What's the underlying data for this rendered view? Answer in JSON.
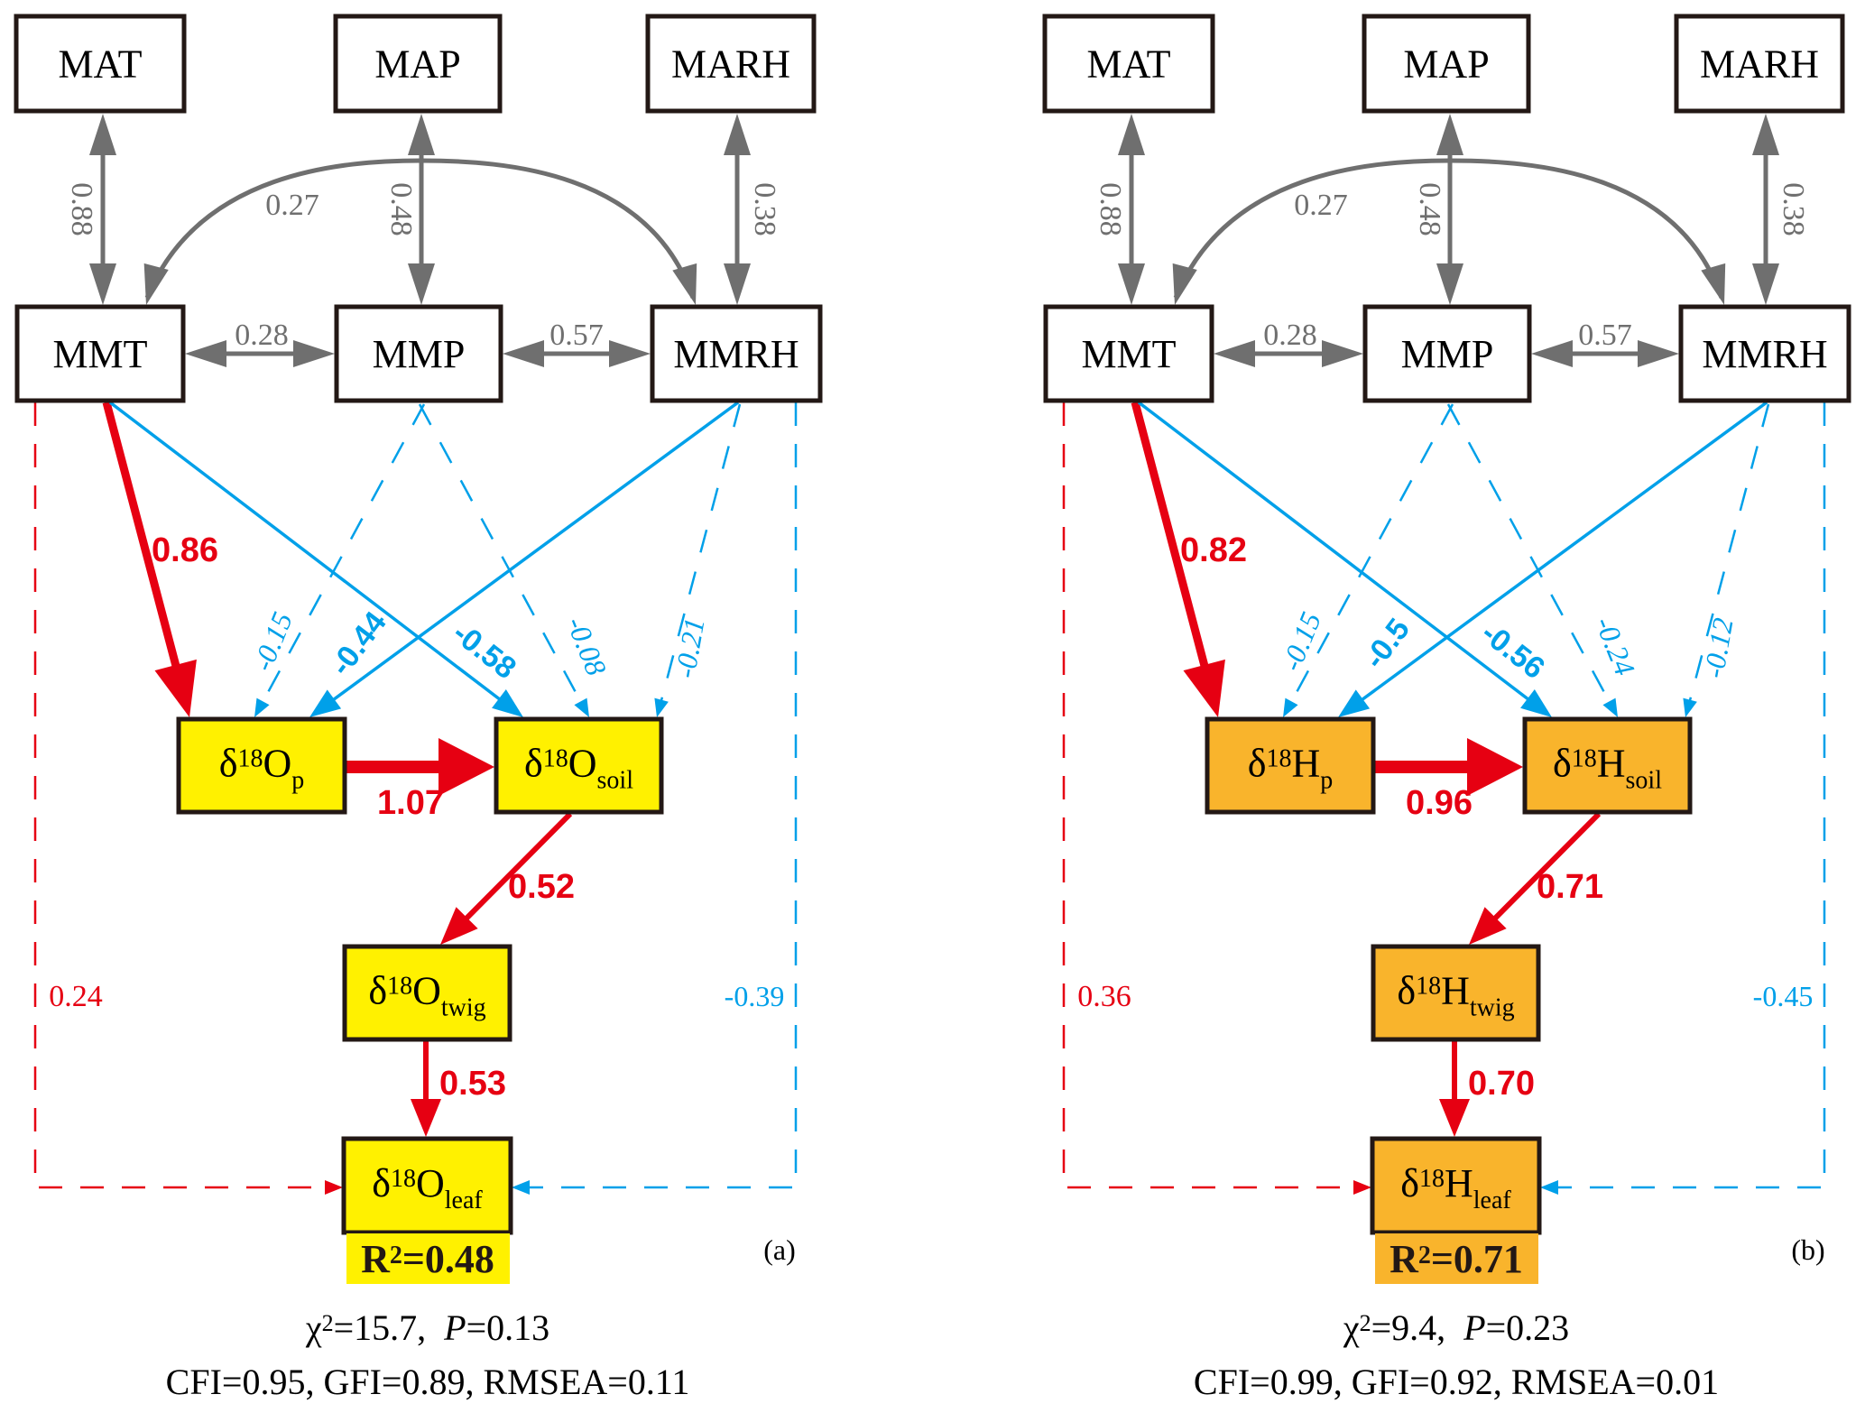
{
  "colors": {
    "positive": "#e60012",
    "negative": "#00a0e9",
    "covariance": "#6f6f6f",
    "box_border": "#231815",
    "panel_a_fill": "#fff100",
    "panel_b_fill": "#f9b42c"
  },
  "panels": [
    {
      "id": "a",
      "tag": "(a)",
      "isotope": "O",
      "nodes": {
        "MAT": "MAT",
        "MAP": "MAP",
        "MARH": "MARH",
        "MMT": "MMT",
        "MMP": "MMP",
        "MMRH": "MMRH",
        "p": {
          "base": "δ",
          "sup": "18",
          "elem": "O",
          "sub": "p"
        },
        "soil": {
          "base": "δ",
          "sup": "18",
          "elem": "O",
          "sub": "soil"
        },
        "twig": {
          "base": "δ",
          "sup": "18",
          "elem": "O",
          "sub": "twig"
        },
        "leaf": {
          "base": "δ",
          "sup": "18",
          "elem": "O",
          "sub": "leaf"
        }
      },
      "covariances": {
        "MAT_MMT": "0.88",
        "MAP_MMP": "0.48",
        "MARH_MMRH": "0.38",
        "MMT_MMRH": "0.27",
        "MMT_MMP": "0.28",
        "MMP_MMRH": "0.57"
      },
      "paths": {
        "MMT_p": {
          "value": "0.86",
          "sign": "positive",
          "significant": true
        },
        "MMP_p": {
          "value": "-0.15",
          "sign": "negative",
          "significant": false
        },
        "MMRH_p": {
          "value": "-0.44",
          "sign": "negative",
          "significant": true
        },
        "MMT_soil": {
          "value": "-0.58",
          "sign": "negative",
          "significant": true
        },
        "MMP_soil": {
          "value": "-0.08",
          "sign": "negative",
          "significant": false
        },
        "MMRH_soil": {
          "value": "-0.21",
          "sign": "negative",
          "significant": false
        },
        "p_soil": {
          "value": "1.07",
          "sign": "positive",
          "significant": true
        },
        "soil_twig": {
          "value": "0.52",
          "sign": "positive",
          "significant": true
        },
        "twig_leaf": {
          "value": "0.53",
          "sign": "positive",
          "significant": true
        },
        "MMT_leaf": {
          "value": "0.24",
          "sign": "positive",
          "significant": false
        },
        "MMRH_leaf": {
          "value": "-0.39",
          "sign": "negative",
          "significant": false
        }
      },
      "r2": {
        "label": "R",
        "sup": "2",
        "value": "=0.48"
      },
      "fit": {
        "chi_label": "χ",
        "chi_sup": "2",
        "chi_value": "=15.7,",
        "p_label": "P",
        "p_value": "=0.13",
        "line2": "CFI=0.95, GFI=0.89, RMSEA=0.11"
      }
    },
    {
      "id": "b",
      "tag": "(b)",
      "isotope": "H",
      "nodes": {
        "MAT": "MAT",
        "MAP": "MAP",
        "MARH": "MARH",
        "MMT": "MMT",
        "MMP": "MMP",
        "MMRH": "MMRH",
        "p": {
          "base": "δ",
          "sup": "18",
          "elem": "H",
          "sub": "p"
        },
        "soil": {
          "base": "δ",
          "sup": "18",
          "elem": "H",
          "sub": "soil"
        },
        "twig": {
          "base": "δ",
          "sup": "18",
          "elem": "H",
          "sub": "twig"
        },
        "leaf": {
          "base": "δ",
          "sup": "18",
          "elem": "H",
          "sub": "leaf"
        }
      },
      "covariances": {
        "MAT_MMT": "0.88",
        "MAP_MMP": "0.48",
        "MARH_MMRH": "0.38",
        "MMT_MMRH": "0.27",
        "MMT_MMP": "0.28",
        "MMP_MMRH": "0.57"
      },
      "paths": {
        "MMT_p": {
          "value": "0.82",
          "sign": "positive",
          "significant": true
        },
        "MMP_p": {
          "value": "-0.15",
          "sign": "negative",
          "significant": false
        },
        "MMRH_p": {
          "value": "-0.5",
          "sign": "negative",
          "significant": true
        },
        "MMT_soil": {
          "value": "-0.56",
          "sign": "negative",
          "significant": true
        },
        "MMP_soil": {
          "value": "-0.24",
          "sign": "negative",
          "significant": false
        },
        "MMRH_soil": {
          "value": "-0.12",
          "sign": "negative",
          "significant": false
        },
        "p_soil": {
          "value": "0.96",
          "sign": "positive",
          "significant": true
        },
        "soil_twig": {
          "value": "0.71",
          "sign": "positive",
          "significant": true
        },
        "twig_leaf": {
          "value": "0.70",
          "sign": "positive",
          "significant": true
        },
        "MMT_leaf": {
          "value": "0.36",
          "sign": "positive",
          "significant": false
        },
        "MMRH_leaf": {
          "value": "-0.45",
          "sign": "negative",
          "significant": false
        }
      },
      "r2": {
        "label": "R",
        "sup": "2",
        "value": "=0.71"
      },
      "fit": {
        "chi_label": "χ",
        "chi_sup": "2",
        "chi_value": "=9.4,",
        "p_label": "P",
        "p_value": "=0.23",
        "line2": "CFI=0.99, GFI=0.92, RMSEA=0.01"
      }
    }
  ]
}
